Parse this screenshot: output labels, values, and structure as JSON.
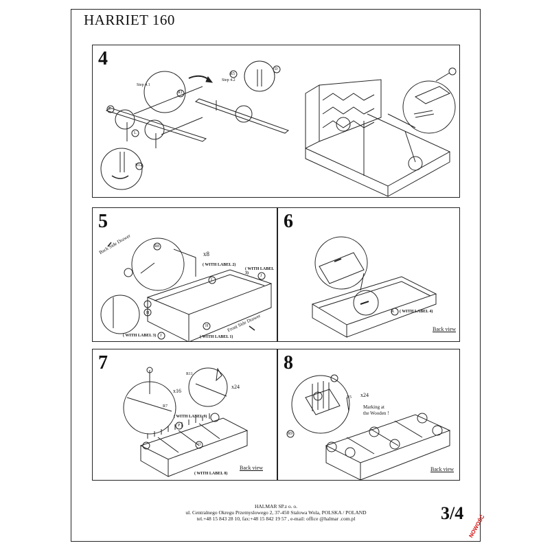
{
  "header": {
    "title": "HARRIET 160"
  },
  "step4": {
    "number": "4",
    "step41": "Step 4.1",
    "step42": "Step 4.2",
    "r1": "R1",
    "r5": "R5",
    "r12": "R12",
    "d": "D",
    "e": "E",
    "l": "L"
  },
  "step5": {
    "number": "5",
    "x8": "x8",
    "r8": "R8",
    "back_side_drawer": "Back Side Drawer",
    "front_side_drawer": "Front Side Drawer",
    "with_label2": "( WITH LABEL 2)",
    "with_label3a": "( WITH LABEL 3)",
    "with_label3b": "( WITH LABEL 3)",
    "with_label1": "( WITH LABEL 1)",
    "i": "I",
    "j1": "J",
    "j2": "J",
    "h1": "H",
    "h2": "H"
  },
  "step6": {
    "number": "6",
    "with_label4": "( WITH LABEL 4)",
    "k": "K",
    "back_view": "Back view"
  },
  "step7": {
    "number": "7",
    "x16": "x16",
    "x24": "x24",
    "r7": "R7",
    "r11": "R11",
    "with_label9": "( WITH LABEL 9)",
    "with_label8": "( WITH LABEL 8)",
    "p": "P",
    "o": "O",
    "back_view": "Back view"
  },
  "step8": {
    "number": "8",
    "x24": "x24",
    "r5": "R5",
    "r9": "R9",
    "marking1": "Marking at",
    "marking2": "the Wooden !",
    "back_view": "Back view"
  },
  "footer": {
    "company": "HALMAR SP.z o. o.",
    "address": "ul. Centralnego Okregu Przemyslowego 2, 37-450 Stalowa Wola, POLSKA / POLAND",
    "contact": "tel.+48 15 843 28 10, fax:+48 15 842 19 57 , e-mail: office @halmar .com.pl"
  },
  "page_number": "3/4",
  "stamp": "NOWOŚĆ"
}
